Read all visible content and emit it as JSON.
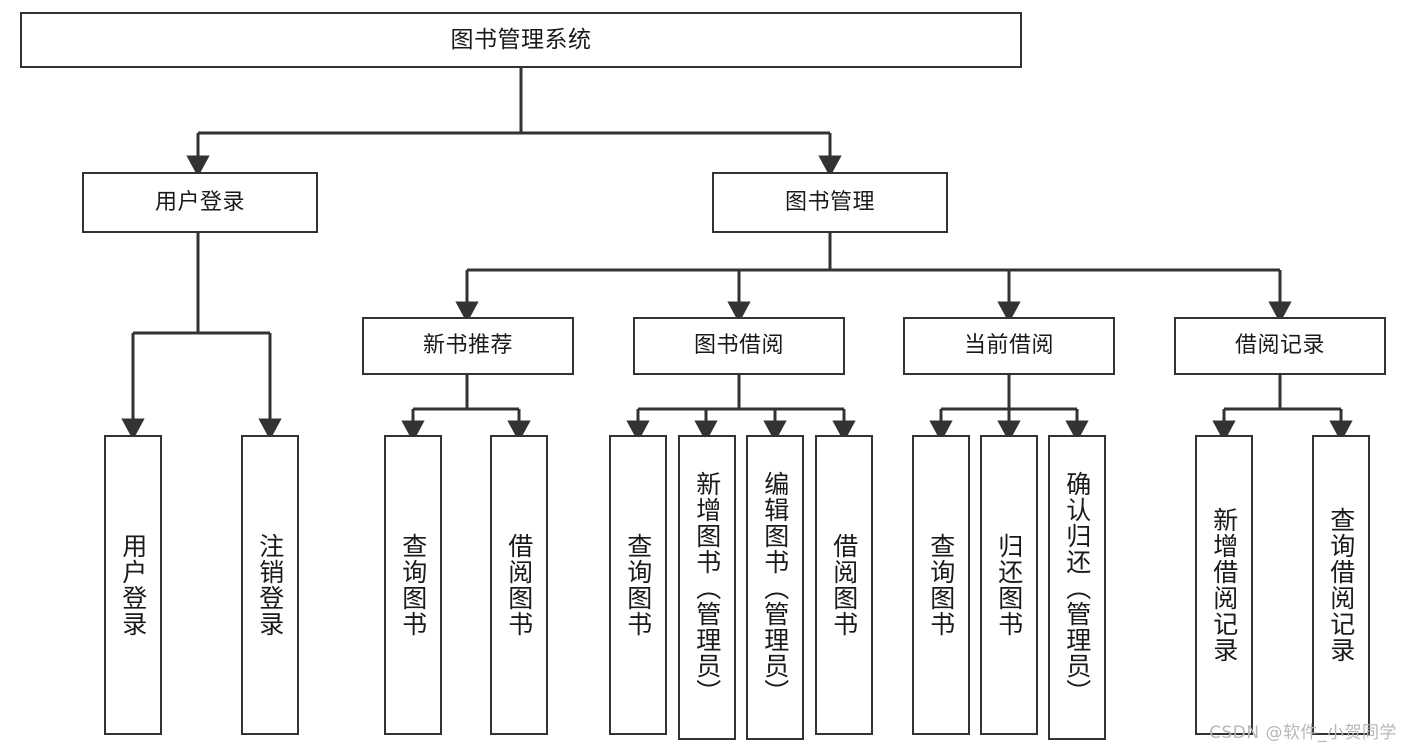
{
  "diagram": {
    "title": "图书管理系统",
    "watermark": "CSDN @软件_小贺同学",
    "colors": {
      "border": "#333333",
      "fill": "#ffffff",
      "text": "#1a1a1a",
      "edge": "#333333",
      "watermark": "#b7b7b7"
    },
    "nodes": {
      "root": {
        "label": "图书管理系统"
      },
      "level2": [
        {
          "label": "用户登录"
        },
        {
          "label": "图书管理"
        }
      ],
      "level3": [
        {
          "label": "新书推荐"
        },
        {
          "label": "图书借阅"
        },
        {
          "label": "当前借阅"
        },
        {
          "label": "借阅记录"
        }
      ],
      "leaves": {
        "user_login": [
          {
            "label": "用户登录"
          },
          {
            "label": "注销登录"
          }
        ],
        "new_book": [
          {
            "label": "查询图书"
          },
          {
            "label": "借阅图书"
          }
        ],
        "borrow_book": [
          {
            "label": "查询图书"
          },
          {
            "label": "新增图书（管理员）"
          },
          {
            "label": "编辑图书（管理员）"
          },
          {
            "label": "借阅图书"
          }
        ],
        "current_borrow": [
          {
            "label": "查询图书"
          },
          {
            "label": "归还图书"
          },
          {
            "label": "确认归还（管理员）"
          }
        ],
        "borrow_record": [
          {
            "label": "新增借阅记录"
          },
          {
            "label": "查询借阅记录"
          }
        ]
      }
    }
  }
}
